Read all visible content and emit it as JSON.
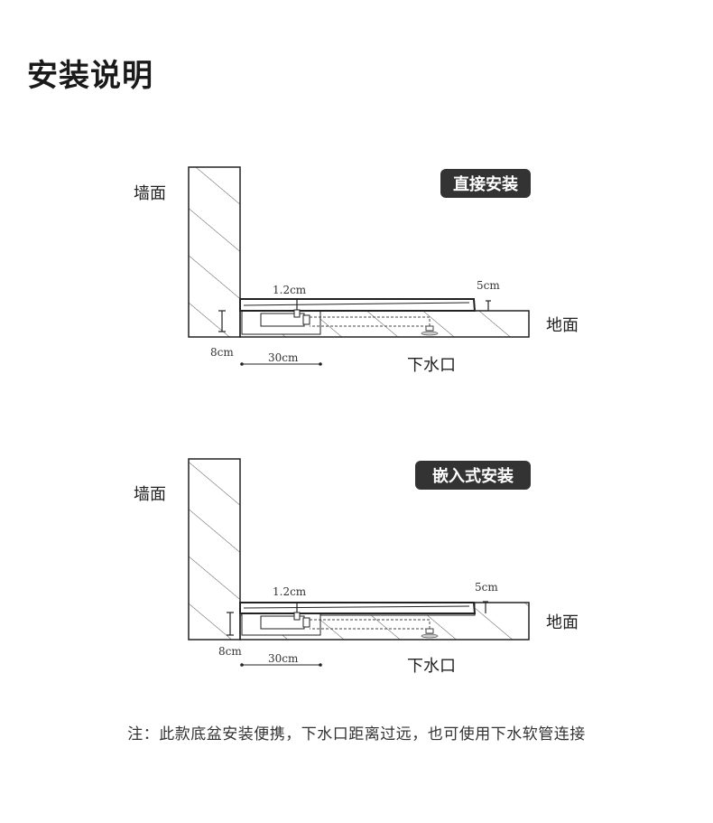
{
  "page": {
    "title": "安装说明"
  },
  "diagrams": [
    {
      "badge": "直接安装",
      "wall_label": "墙面",
      "floor_label": "地面",
      "drain_label": "下水口",
      "dim_tray": "1.2cm",
      "dim_edge": "5cm",
      "dim_depth": "8cm",
      "dim_width": "30cm"
    },
    {
      "badge": "嵌入式安装",
      "wall_label": "墙面",
      "floor_label": "地面",
      "drain_label": "下水口",
      "dim_tray": "1.2cm",
      "dim_edge": "5cm",
      "dim_depth": "8cm",
      "dim_width": "30cm"
    }
  ],
  "note": "注：此款底盆安装便携，下水口距离过远，也可使用下水软管连接",
  "colors": {
    "badge_bg": "#333333",
    "line": "#222222",
    "hatch": "#555555"
  }
}
